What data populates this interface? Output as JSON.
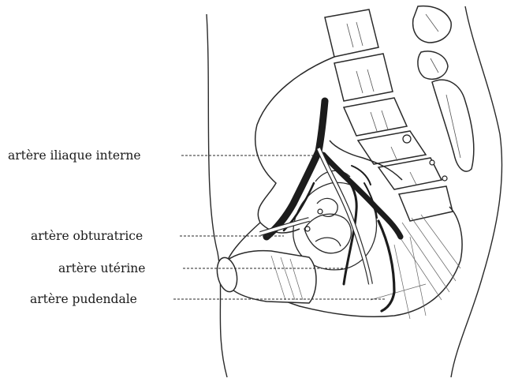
{
  "figure": {
    "labels": [
      {
        "id": "internal-iliac",
        "text": "artère iliaque interne"
      },
      {
        "id": "obturator",
        "text": "artère obturatrice"
      },
      {
        "id": "uterine",
        "text": "artère utérine"
      },
      {
        "id": "pudendal",
        "text": "artère pudendale"
      }
    ],
    "colors": {
      "outline": "#2a2a2a",
      "artery": "#1c1c1c",
      "hatch": "#555555",
      "background": "#ffffff"
    }
  }
}
